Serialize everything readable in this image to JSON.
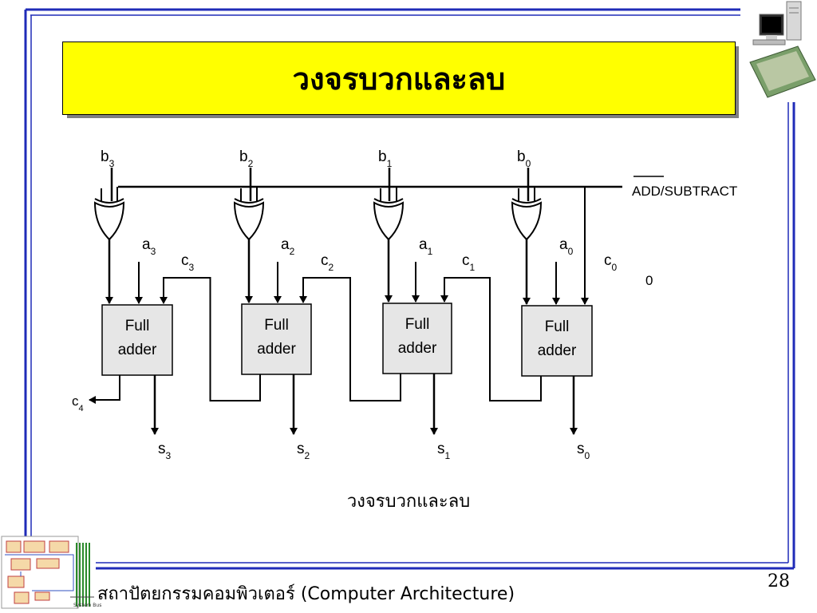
{
  "title": "วงจรบวกและลบ",
  "caption": "วงจรบวกและลบ",
  "footer": {
    "course_text": "สถาปัตยกรรมคอมพิวเตอร์ (Computer Architecture)",
    "page_number": "28"
  },
  "colors": {
    "title_background": "#ffff00",
    "frame_lines": "#1f2bb8",
    "diagram_lines": "#000000",
    "adder_fill": "#e6e6e6"
  },
  "icons": [
    "computer-icon",
    "block-diagram-thumbnail-icon"
  ],
  "diagram": {
    "control_signal": "ADD/SUBTRACT",
    "stages": [
      {
        "b": "b",
        "b_sub": "3",
        "a": "a",
        "a_sub": "3",
        "c": "c",
        "c_sub": "3",
        "s": "s",
        "s_sub": "3",
        "adder": [
          "Full",
          "adder"
        ]
      },
      {
        "b": "b",
        "b_sub": "2",
        "a": "a",
        "a_sub": "2",
        "c": "c",
        "c_sub": "2",
        "s": "s",
        "s_sub": "2",
        "adder": [
          "Full",
          "adder"
        ]
      },
      {
        "b": "b",
        "b_sub": "1",
        "a": "a",
        "a_sub": "1",
        "c": "c",
        "c_sub": "1",
        "s": "s",
        "s_sub": "1",
        "adder": [
          "Full",
          "adder"
        ]
      },
      {
        "b": "b",
        "b_sub": "0",
        "a": "a",
        "a_sub": "0",
        "c": "c",
        "c_sub": "0",
        "s": "s",
        "s_sub": "0",
        "adder": [
          "Full",
          "adder"
        ]
      }
    ],
    "carry_out": {
      "c": "c",
      "c_sub": "4"
    },
    "carry_in_value": "0"
  }
}
